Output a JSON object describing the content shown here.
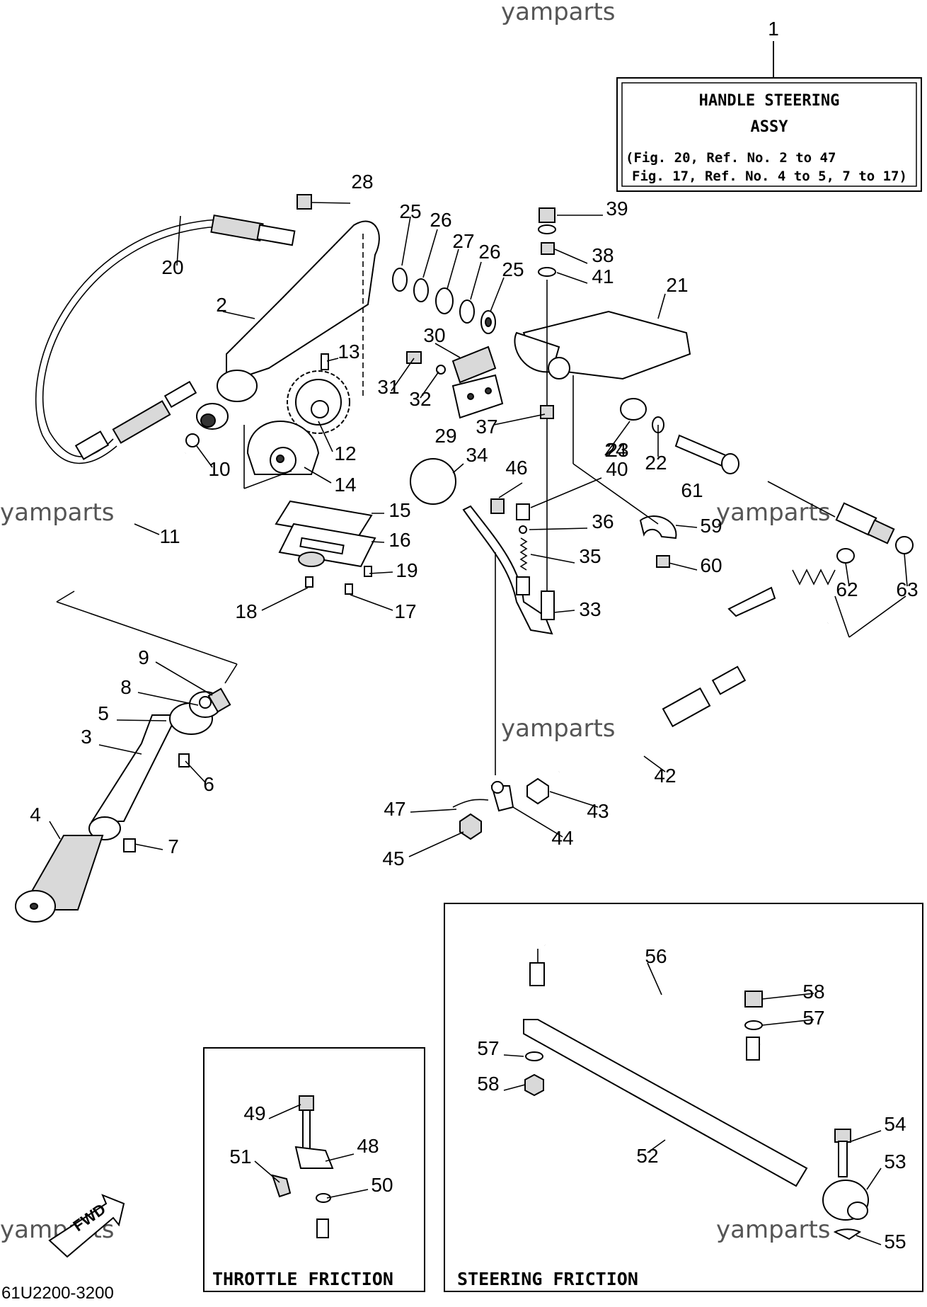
{
  "watermark": "yamparts",
  "assembly": {
    "ref": "1",
    "title_line1": "HANDLE STEERING",
    "title_line2": "ASSY",
    "note_line1": "(Fig. 20, Ref. No. 2 to 47",
    "note_line2": "Fig. 17, Ref. No. 4 to 5, 7 to 17)"
  },
  "callouts": [
    "1",
    "2",
    "3",
    "4",
    "5",
    "6",
    "7",
    "8",
    "9",
    "10",
    "11",
    "12",
    "13",
    "14",
    "15",
    "16",
    "17",
    "18",
    "19",
    "20",
    "21",
    "22",
    "23",
    "24",
    "25",
    "26",
    "27",
    "28",
    "29",
    "30",
    "31",
    "32",
    "33",
    "34",
    "35",
    "36",
    "37",
    "38",
    "39",
    "40",
    "41",
    "42",
    "43",
    "44",
    "45",
    "46",
    "47",
    "48",
    "49",
    "50",
    "51",
    "52",
    "53",
    "54",
    "55",
    "56",
    "57",
    "58",
    "59",
    "60",
    "61",
    "62",
    "63"
  ],
  "inset_throttle": {
    "caption": "THROTTLE FRICTION"
  },
  "inset_steering": {
    "caption": "STEERING FRICTION"
  },
  "direction_arrow": "FWD",
  "figure_code": "61U2200-3200",
  "colors": {
    "line": "#000000",
    "background": "#ffffff",
    "watermark": "#555555"
  }
}
